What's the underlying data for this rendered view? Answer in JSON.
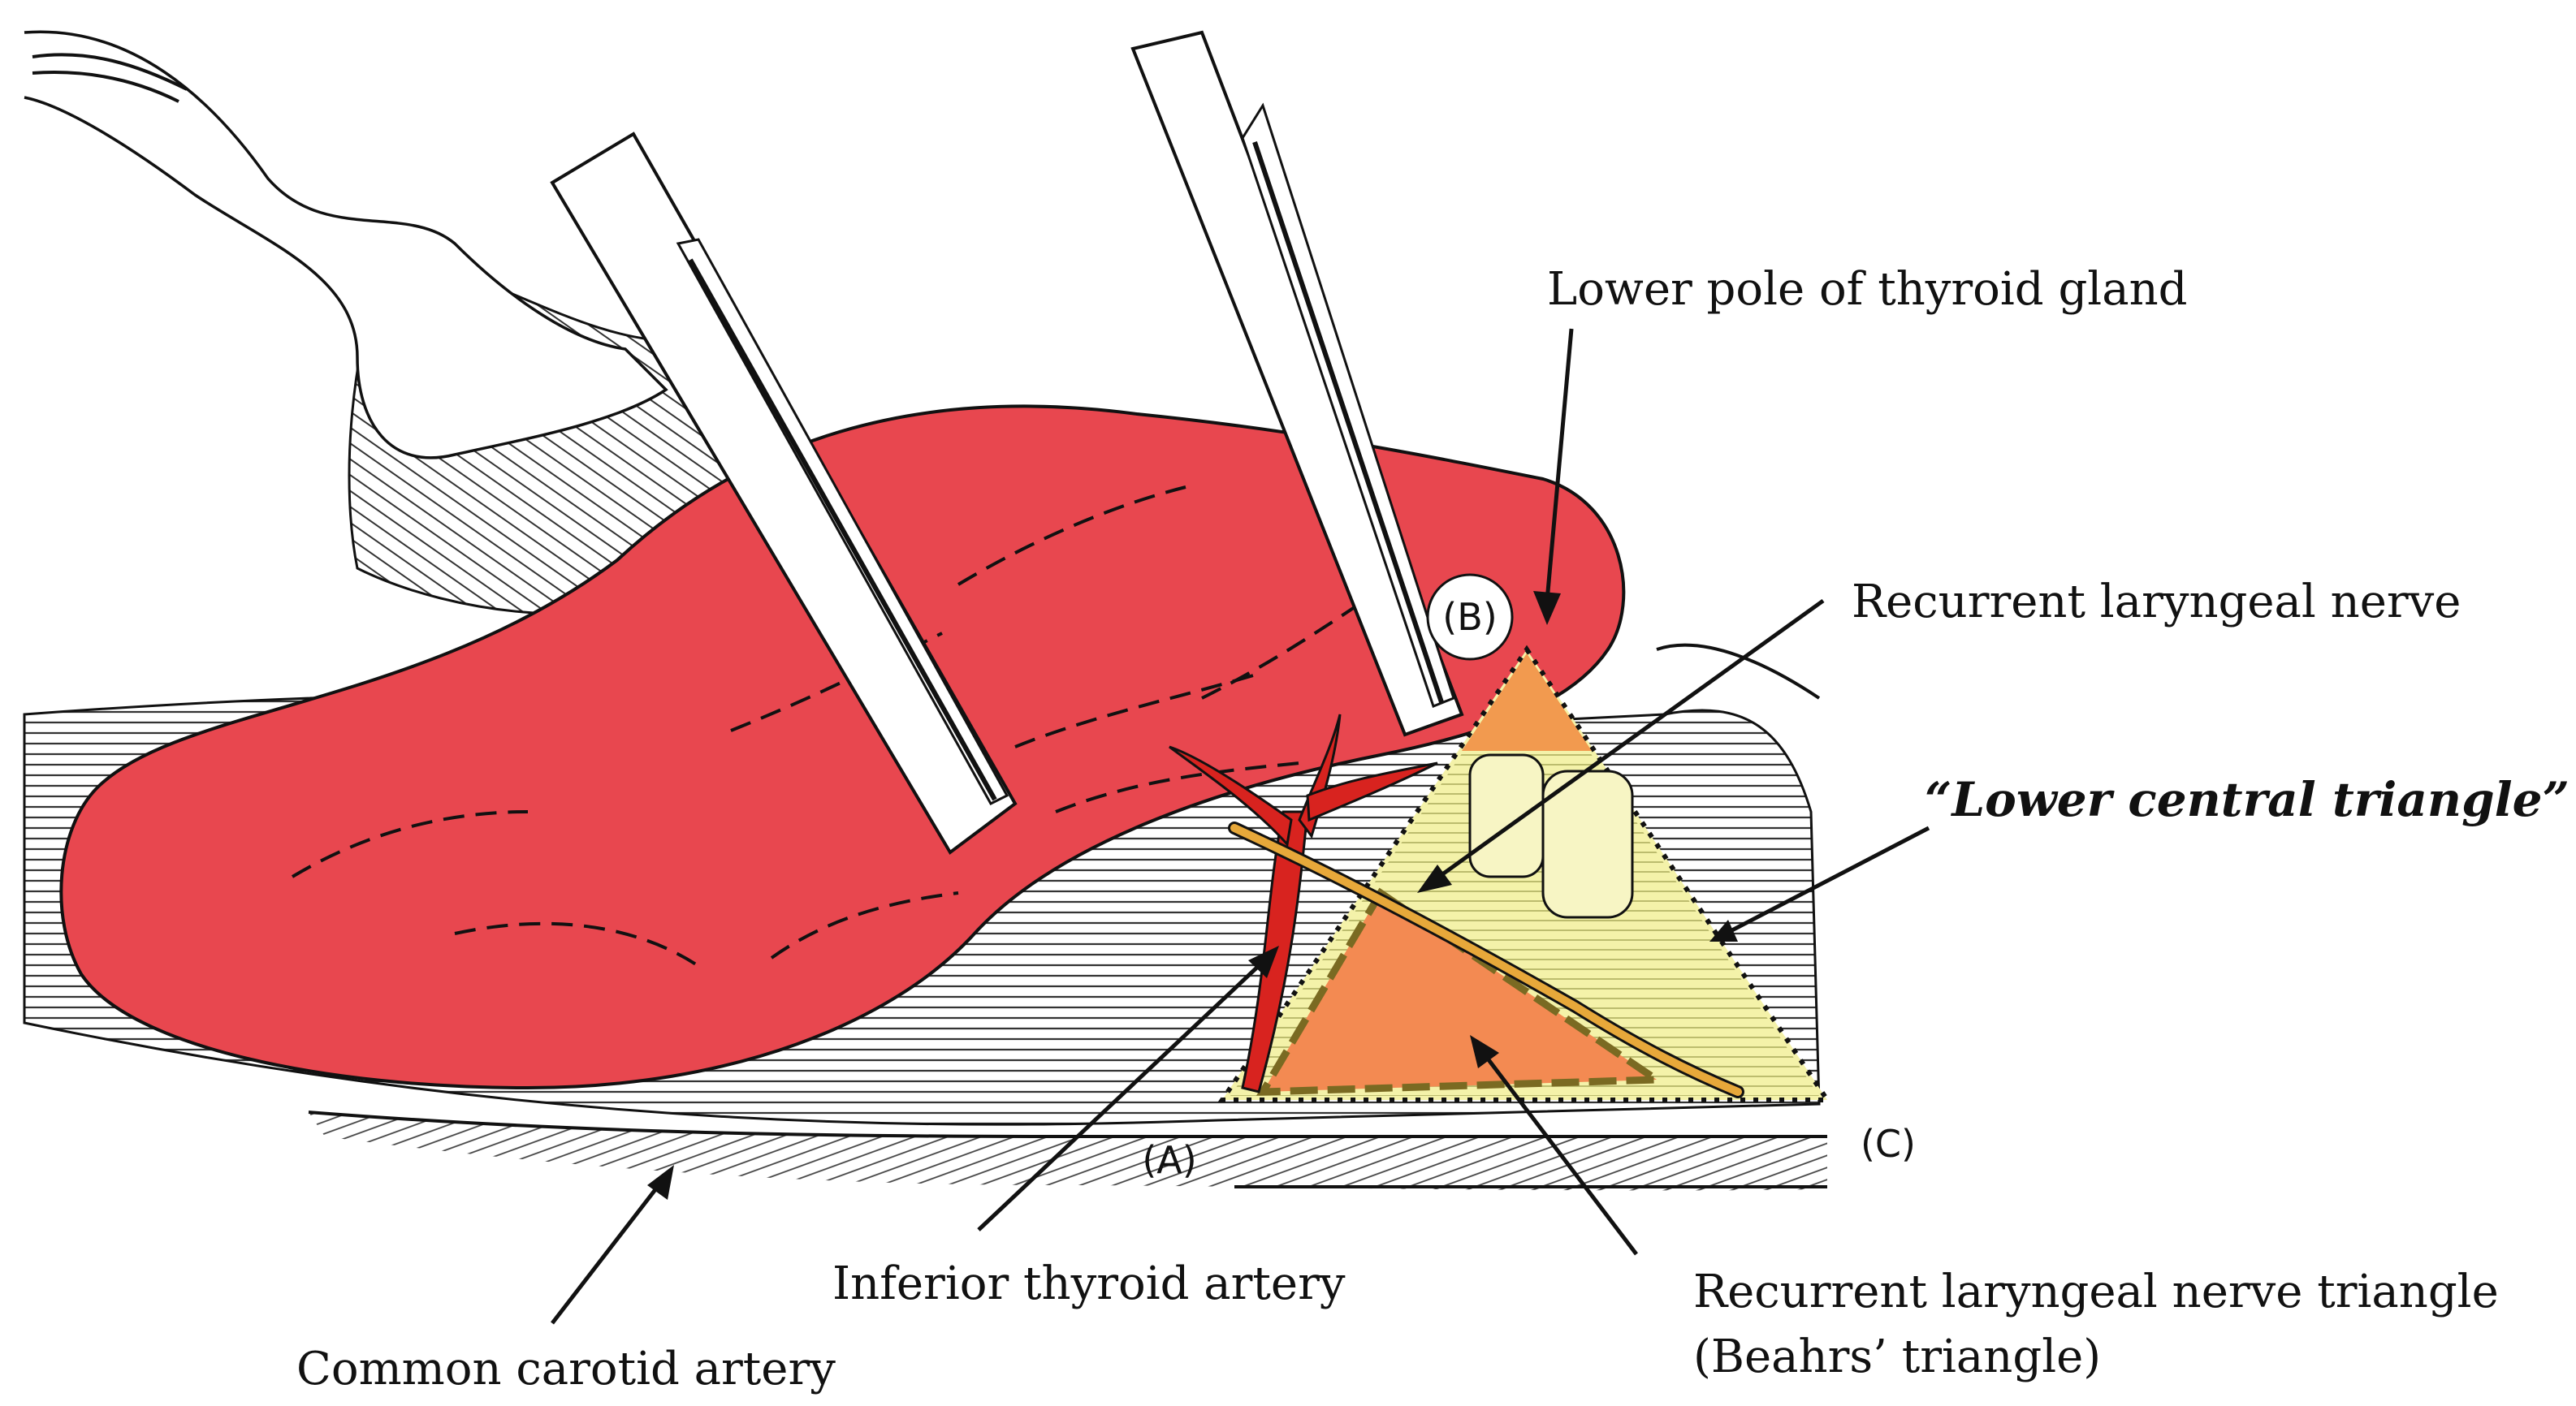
{
  "labels": {
    "lower_pole": "Lower pole of thyroid gland",
    "recurrent_nerve": "Recurrent laryngeal nerve",
    "lower_central_triangle": "“Lower central triangle”",
    "inferior_thyroid_artery": "Inferior thyroid artery",
    "common_carotid_artery": "Common carotid artery",
    "beahrs_triangle_line1": "Recurrent laryngeal nerve triangle",
    "beahrs_triangle_line2": "(Beahrs’ triangle)"
  },
  "points": {
    "a": "(A)",
    "b": "(B)",
    "c": "(C)"
  },
  "colors": {
    "thyroid": "#e8474f",
    "artery": "#d8231f",
    "nerve": "#e7a83a",
    "lower_central_triangle_fill": "#f4f2a9",
    "beahrs_triangle_fill": "#f38a52",
    "triangle_outline": "#7a6a22"
  }
}
